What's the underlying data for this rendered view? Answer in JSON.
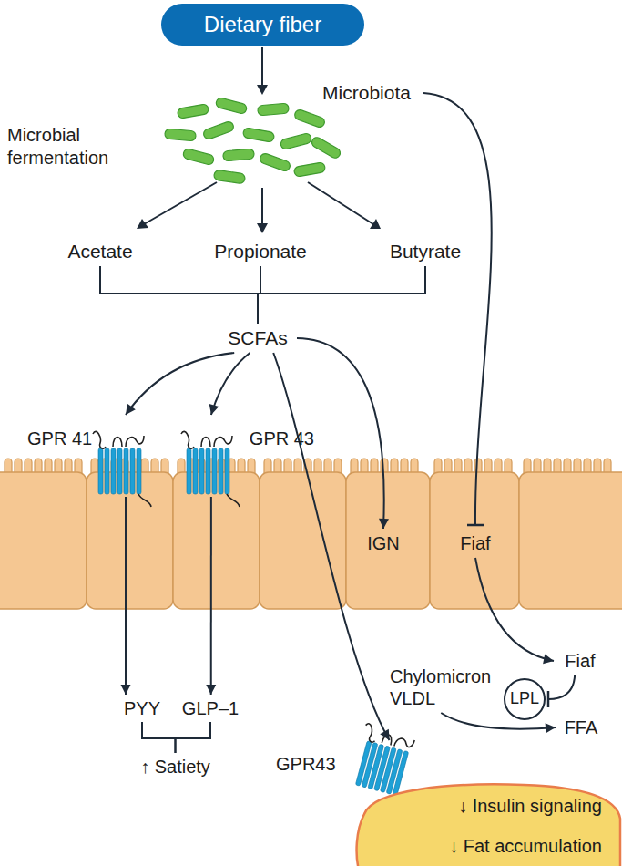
{
  "diagram": {
    "nodes": [
      {
        "text": [
          "Dietary fiber"
        ]
      },
      {
        "text": [
          "Microbiota"
        ]
      },
      {
        "text": [
          "Acetate"
        ]
      },
      {
        "text": [
          "Propionate"
        ]
      },
      {
        "text": [
          "Butyrate"
        ]
      },
      {
        "text": [
          "SCFAs"
        ]
      },
      {
        "text": [
          "GPR 41"
        ]
      },
      {
        "text": [
          "GPR 43"
        ]
      },
      {
        "text": [
          "IGN"
        ]
      },
      {
        "text": [
          "Fiaf"
        ]
      },
      {
        "text": [
          "PYY"
        ]
      },
      {
        "text": [
          "GLP–1"
        ]
      },
      {
        "text": [
          "↑ Satiety"
        ]
      },
      {
        "text": [
          "Chylomicron VLDL"
        ]
      },
      {
        "text": [
          "Fiaf"
        ]
      },
      {
        "text": [
          "LPL"
        ]
      },
      {
        "text": [
          "FFA"
        ]
      },
      {
        "text": [
          "GPR43"
        ]
      },
      {
        "text": [
          "↓ Insulin signaling",
          "↓ Fat accumulation"
        ]
      }
    ],
    "edges": [
      {
        "from": 1,
        "to": 9,
        "arrow": "to"
      },
      {
        "from": 2,
        "to": 5,
        "arrow": "none"
      },
      {
        "from": 3,
        "to": 5,
        "arrow": "none"
      },
      {
        "from": 4,
        "to": 5,
        "arrow": "none"
      },
      {
        "from": 5,
        "to": 6,
        "arrow": "to"
      },
      {
        "from": 5,
        "to": 7,
        "arrow": "to"
      },
      {
        "from": 5,
        "to": 8,
        "arrow": "to"
      },
      {
        "from": 5,
        "to": 17,
        "arrow": "to"
      },
      {
        "from": 6,
        "to": 10,
        "arrow": "to"
      },
      {
        "from": 7,
        "to": 11,
        "arrow": "to"
      },
      {
        "from": 10,
        "to": 12,
        "arrow": "none"
      },
      {
        "from": 11,
        "to": 12,
        "arrow": "none"
      },
      {
        "from": 9,
        "to": 14,
        "arrow": "to"
      },
      {
        "from": 14,
        "to": 15,
        "arrow": "to"
      },
      {
        "from": 13,
        "to": 16,
        "arrow": "to"
      }
    ],
    "labels": [
      "Microbial fermentation"
    ]
  }
}
